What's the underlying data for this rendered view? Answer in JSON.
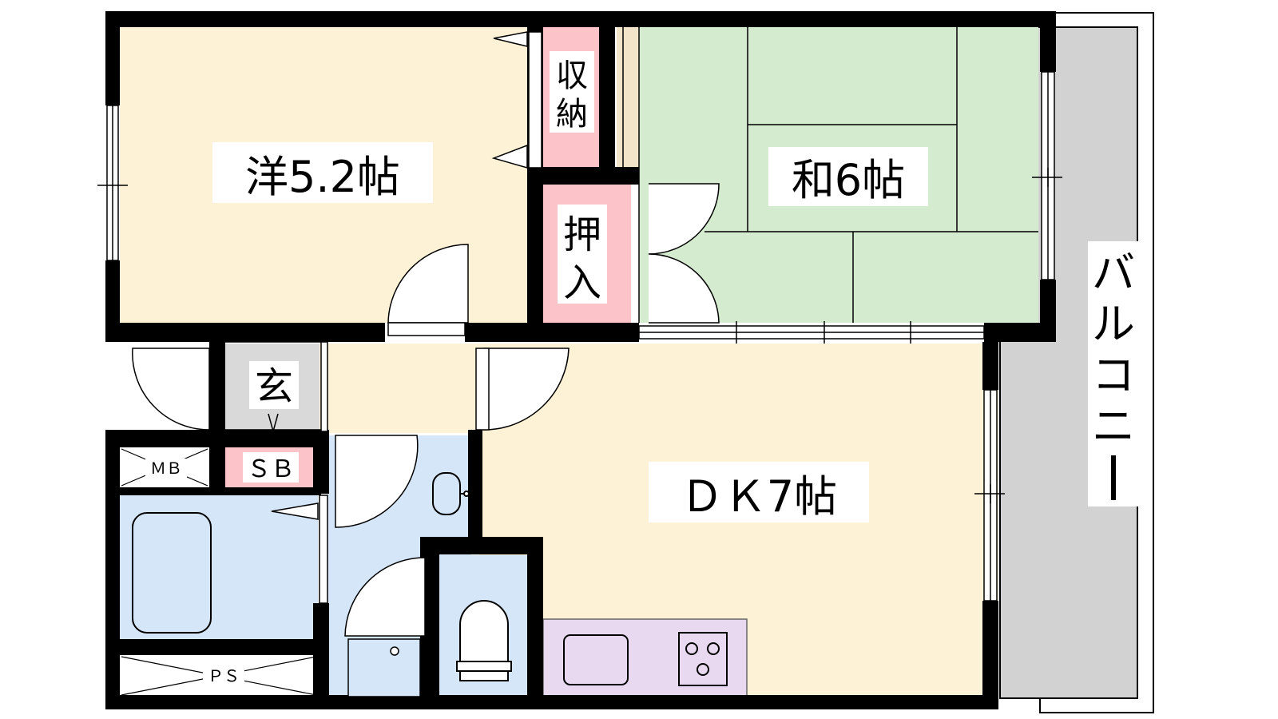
{
  "rooms": {
    "western": {
      "label": "洋5.2帖"
    },
    "japanese": {
      "label": "和6帖"
    },
    "dk": {
      "label": "ＤＫ7帖"
    },
    "storage": {
      "label_line1": "収",
      "label_line2": "納"
    },
    "closet": {
      "label_line1": "押",
      "label_line2": "入"
    },
    "entrance": {
      "label": "玄"
    },
    "shoe_box": {
      "label": "ＳＢ"
    },
    "meter_box": {
      "label": "ＭＢ"
    },
    "pipe_space": {
      "label": "ＰＳ"
    },
    "balcony": {
      "label_chars": [
        "バ",
        "ル",
        "コ",
        "ニ",
        "ー"
      ]
    }
  },
  "colors": {
    "wall": "#000000",
    "western_floor": "#fdf2d5",
    "japanese_floor": "#d4ebcf",
    "dk_floor": "#fdf2d5",
    "storage_fill": "#fcc4c8",
    "wet_area_fill": "#d5e6f8",
    "kitchen_counter": "#e8d8f0",
    "balcony_fill": "#d2d2d2",
    "entrance_fill": "#d9d9d9",
    "tatami_strip": "#f1e4c8"
  },
  "icons": [
    "door-swing-icon",
    "window-icon",
    "bathtub-icon",
    "washbasin-icon",
    "toilet-icon",
    "sink-icon",
    "stove-icon"
  ]
}
